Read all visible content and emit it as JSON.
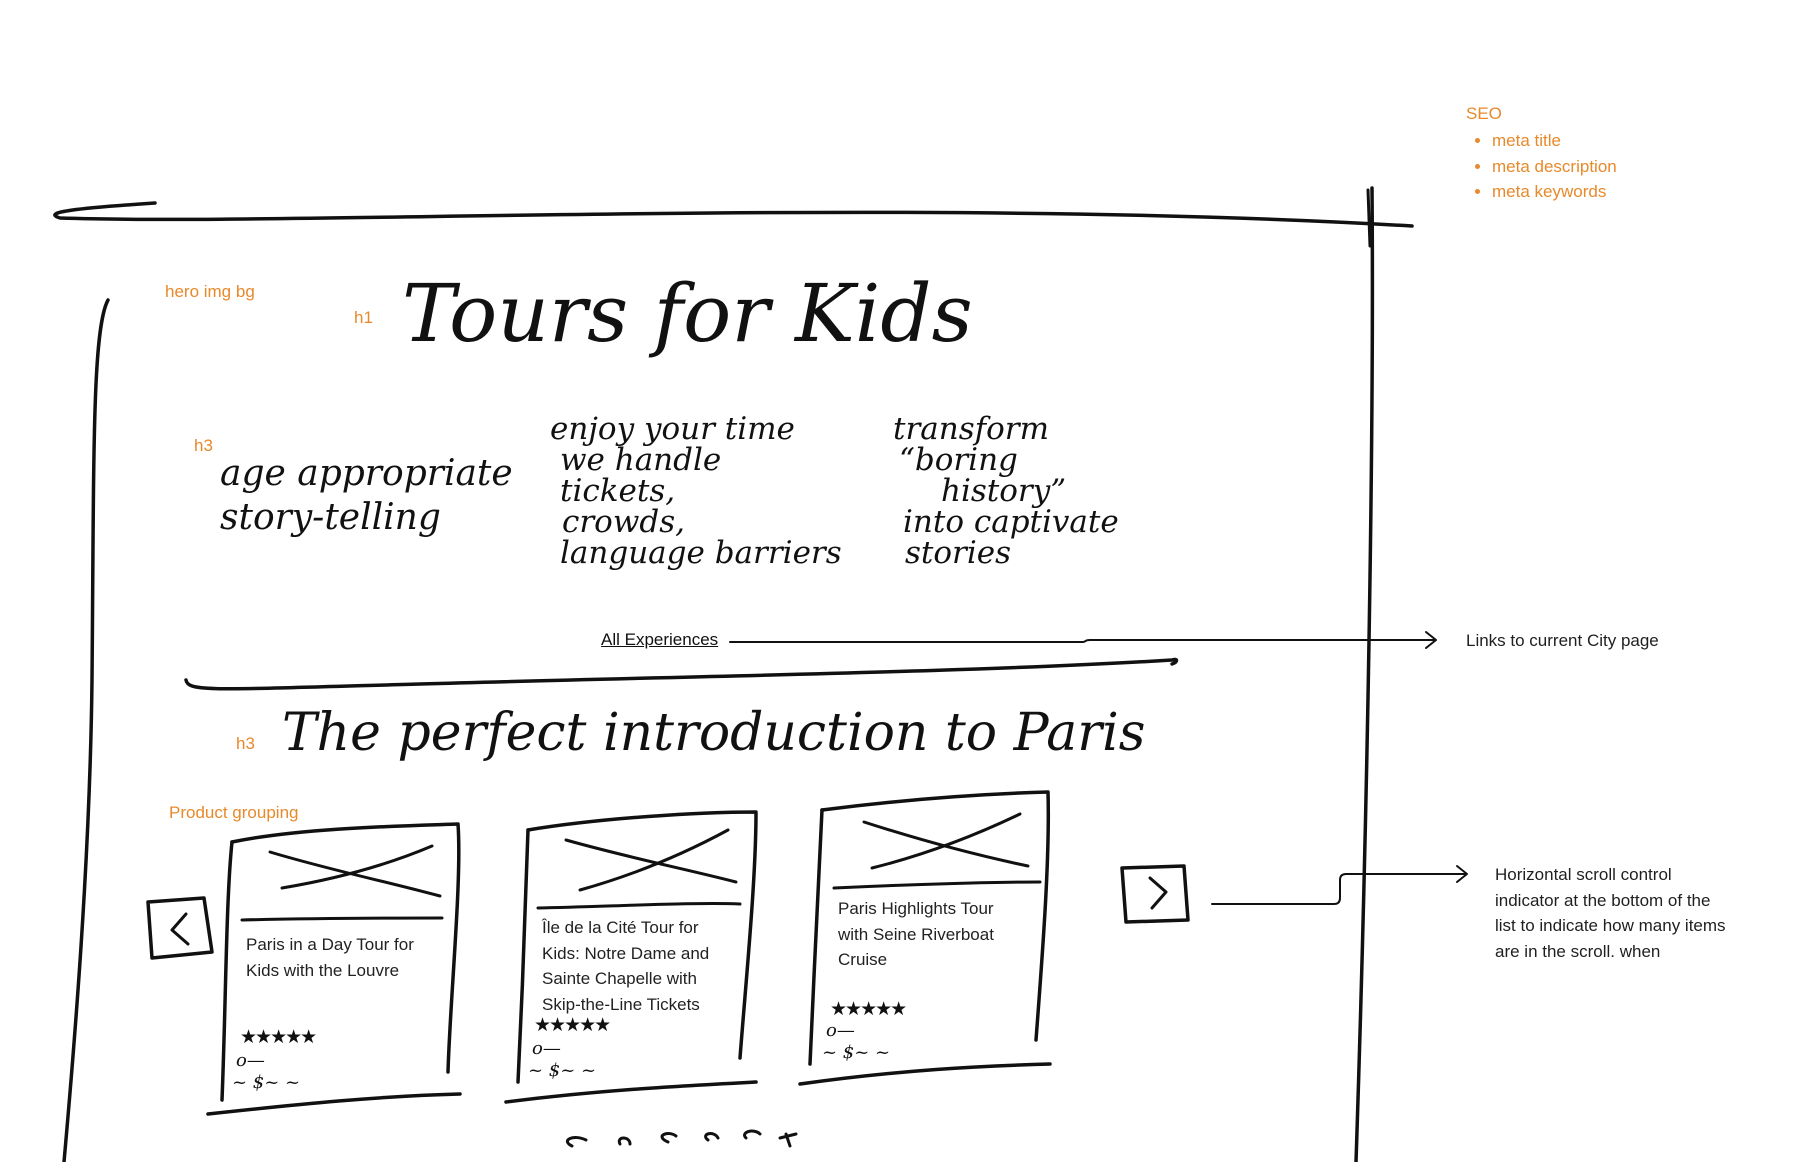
{
  "annotations": {
    "seo_heading": "SEO",
    "seo_items": [
      "meta title",
      "meta description",
      "meta keywords"
    ],
    "hero_label": "hero img bg",
    "h1_label": "h1",
    "h3_label_features": "h3",
    "h3_label_intro": "h3",
    "product_grouping_label": "Product grouping",
    "link_note": "Links to current City page",
    "scroll_note": "Horizontal scroll control indicator at the bottom of the list to indicate how many items are in the scroll. when"
  },
  "hero": {
    "title": "Tours for Kids",
    "features": [
      {
        "lines": [
          "age appropriate",
          "story-telling"
        ]
      },
      {
        "lines": [
          "enjoy your time",
          "we handle",
          "tickets,",
          "crowds,",
          "language barriers"
        ]
      },
      {
        "lines": [
          "transform",
          "“boring",
          "history”",
          "into captivate",
          "stories"
        ]
      }
    ],
    "link_label": "All Experiences"
  },
  "intro": {
    "heading": "The perfect introduction to Paris"
  },
  "products": [
    {
      "title": "Paris in a Day Tour for Kids with the Louvre"
    },
    {
      "title": "Île de la Cité Tour for Kids: Notre Dame and Sainte Chapelle with Skip-the-Line Tickets"
    },
    {
      "title": "Paris Highlights Tour with Seine Riverboat Cruise"
    }
  ],
  "icons": {
    "prev": "chevron-left-icon",
    "next": "chevron-right-icon",
    "image_placeholder": "image-placeholder-icon"
  },
  "colors": {
    "annotation": "#e8892b",
    "ink": "#111111"
  }
}
